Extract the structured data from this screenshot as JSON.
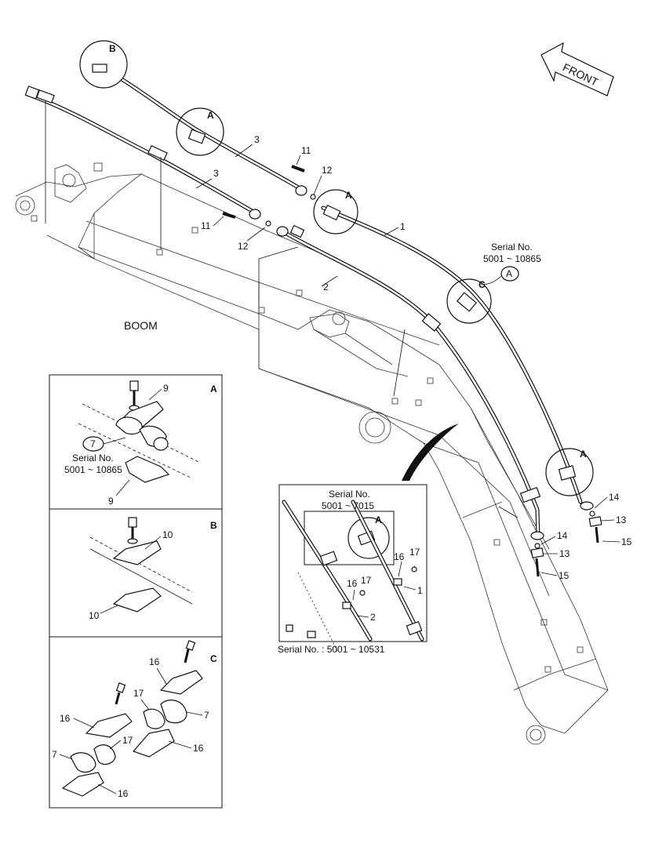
{
  "labels": {
    "boom": "BOOM",
    "front": "FRONT",
    "serial_main": "Serial No.",
    "serial_main_range": "5001 ~ 10865",
    "serial_inset_title": "Serial No.",
    "serial_inset_range": "5001 ~ 7015",
    "serial_inset_bottom": "Serial No. : 5001 ~ 10531",
    "serial_a_panel": "Serial No.",
    "serial_a_panel_range": "5001 ~ 10865"
  },
  "detail_marks": {
    "A": "A",
    "B": "B",
    "C": "C"
  },
  "part_numbers": {
    "p1": "1",
    "p2": "2",
    "p3": "3",
    "p7": "7",
    "p9": "9",
    "p10": "10",
    "p11": "11",
    "p12": "12",
    "p13": "13",
    "p14": "14",
    "p15": "15",
    "p16": "16",
    "p17": "17"
  }
}
